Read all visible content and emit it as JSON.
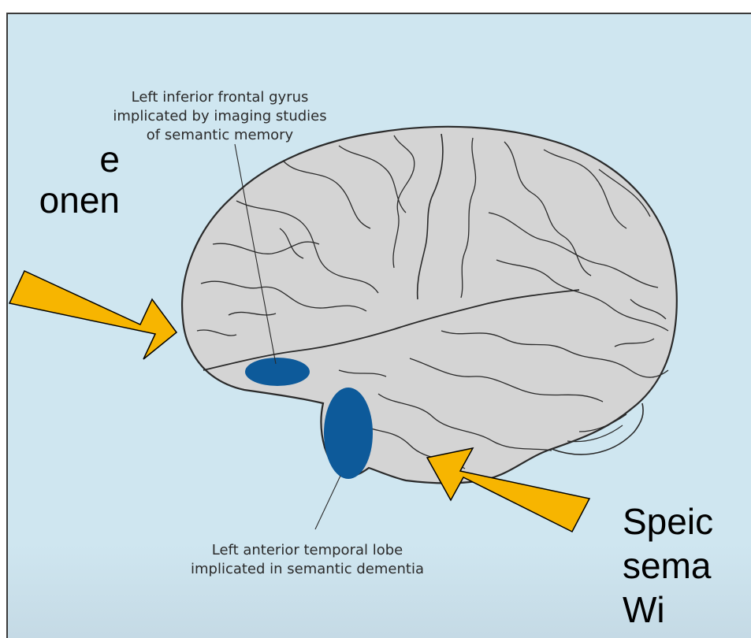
{
  "frontal_caption": {
    "lines": [
      "Left inferior frontal gyrus",
      "implicated by imaging studies",
      "of semantic memory"
    ]
  },
  "temporal_caption": {
    "lines": [
      "Left anterior temporal lobe",
      "implicated in semantic dementia"
    ]
  },
  "slide_text_left": {
    "lines": [
      "e",
      "onen"
    ]
  },
  "slide_text_right": {
    "lines": [
      "Speic",
      "sema",
      "Wi"
    ]
  },
  "colors": {
    "panel_background": "#cfe6f0",
    "brain_fill": "#d4d4d4",
    "brain_outline": "#2a2a2a",
    "highlight_region": "#0d5a9a",
    "arrow_fill": "#f7b500",
    "arrow_outline": "#000000"
  },
  "icons": {
    "arrow_left": "yellow-arrow-pointing-down-right",
    "arrow_right": "yellow-arrow-pointing-up-left"
  }
}
